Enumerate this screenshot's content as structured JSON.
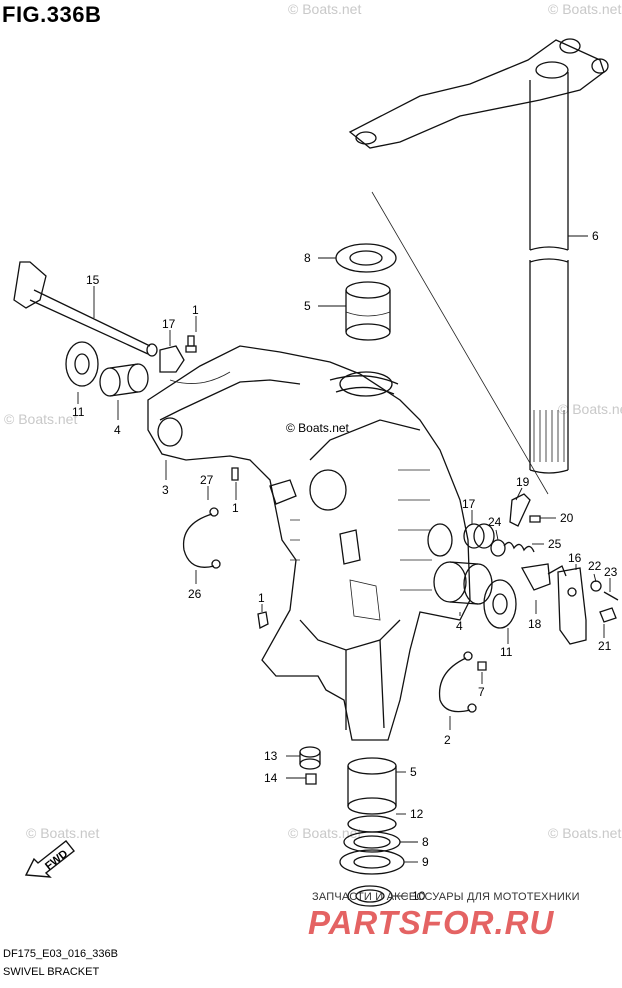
{
  "figure_title": "FIG.336B",
  "model_code": "DF175_E03_016_336B",
  "caption": "SWIVEL BRACKET",
  "watermark_text": "© Boats.net",
  "center_watermark": "© Boats.net",
  "shop_line": "ЗАПЧАСТИ И АКСЕССУАРЫ ДЛЯ МОТОТЕХНИКИ",
  "shop_logo": "PARTSFOR.RU",
  "shop_logo_color": "#e04848",
  "fwd_label": "FWD",
  "callouts": [
    {
      "id": "c6",
      "text": "6"
    },
    {
      "id": "c8a",
      "text": "8"
    },
    {
      "id": "c5a",
      "text": "5"
    },
    {
      "id": "c15",
      "text": "15"
    },
    {
      "id": "c1a",
      "text": "1"
    },
    {
      "id": "c17a",
      "text": "17"
    },
    {
      "id": "c11a",
      "text": "11"
    },
    {
      "id": "c4a",
      "text": "4"
    },
    {
      "id": "c3",
      "text": "3"
    },
    {
      "id": "c27",
      "text": "27"
    },
    {
      "id": "c1b",
      "text": "1"
    },
    {
      "id": "c26",
      "text": "26"
    },
    {
      "id": "c1c",
      "text": "1"
    },
    {
      "id": "c19",
      "text": "19"
    },
    {
      "id": "c20",
      "text": "20"
    },
    {
      "id": "c17b",
      "text": "17"
    },
    {
      "id": "c24",
      "text": "24"
    },
    {
      "id": "c25",
      "text": "25"
    },
    {
      "id": "c16",
      "text": "16"
    },
    {
      "id": "c22",
      "text": "22"
    },
    {
      "id": "c23",
      "text": "23"
    },
    {
      "id": "c4b",
      "text": "4"
    },
    {
      "id": "c18",
      "text": "18"
    },
    {
      "id": "c11b",
      "text": "11"
    },
    {
      "id": "c21",
      "text": "21"
    },
    {
      "id": "c7",
      "text": "7"
    },
    {
      "id": "c2",
      "text": "2"
    },
    {
      "id": "c13",
      "text": "13"
    },
    {
      "id": "c14",
      "text": "14"
    },
    {
      "id": "c5b",
      "text": "5"
    },
    {
      "id": "c12",
      "text": "12"
    },
    {
      "id": "c8b",
      "text": "8"
    },
    {
      "id": "c9",
      "text": "9"
    },
    {
      "id": "c10",
      "text": "10"
    }
  ]
}
